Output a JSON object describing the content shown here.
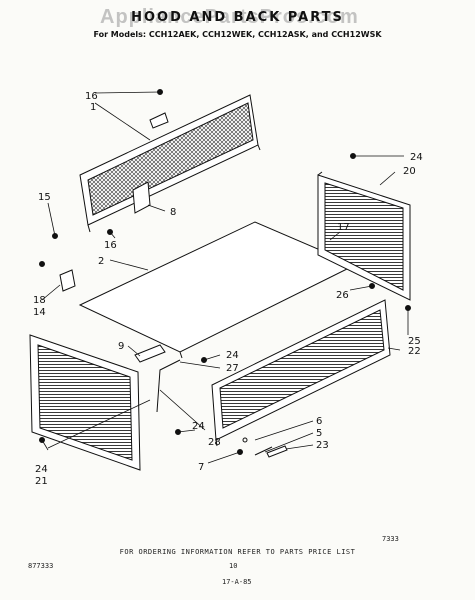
{
  "header": {
    "watermark": "AppliancePartsPros.com",
    "title": "HOOD AND BACK PARTS",
    "models": "For Models: CCH12AEK, CCH12WEK, CCH12ASK, and CCH12WSK"
  },
  "callouts": [
    "1",
    "2",
    "5",
    "6",
    "7",
    "8",
    "9",
    "14",
    "15",
    "16",
    "16",
    "17",
    "18",
    "20",
    "21",
    "22",
    "23",
    "24",
    "24",
    "24",
    "24",
    "25",
    "26",
    "27",
    "28"
  ],
  "footer": {
    "instruction": "FOR ORDERING INFORMATION REFER TO PARTS PRICE LIST",
    "code_left": "877333",
    "page_number": "10",
    "code_right": "7333",
    "bottom_code": "17-A-85"
  }
}
